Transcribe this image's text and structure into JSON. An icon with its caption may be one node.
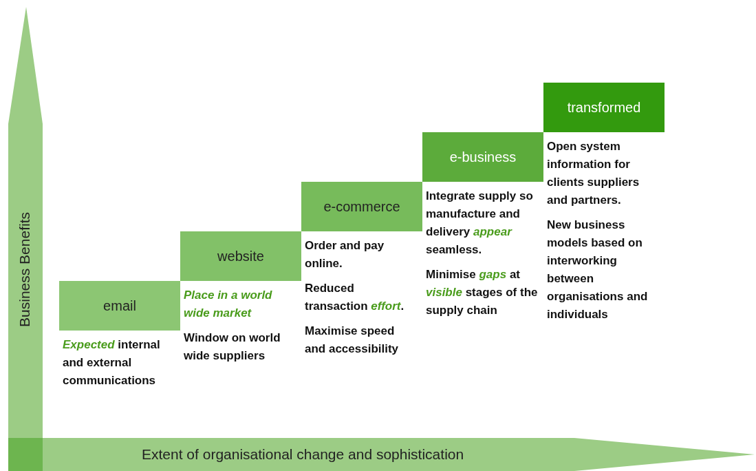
{
  "diagram": {
    "nodes": [
      {
        "text": [
          "Business Benefits"
        ]
      },
      {
        "text": [
          "Extent of organisational change and sophistication"
        ]
      },
      {
        "text": [
          "email"
        ]
      },
      {
        "text": [
          "website"
        ]
      },
      {
        "text": [
          "e-commerce"
        ]
      },
      {
        "text": [
          "e-business"
        ]
      },
      {
        "text": [
          "transformed"
        ]
      }
    ],
    "labels": [
      "*Expected* internal and external communications",
      "*Place in a world wide market*",
      "Window on world wide suppliers",
      "Order and pay online.",
      "Reduced transaction *effort*.",
      "Maximise speed and accessibility",
      "Integrate supply so manufacture and delivery *appear* seamless.",
      "Minimise *gaps* at *visible* stages of the supply chain",
      "Open system information for clients suppliers and partners.",
      "New business models based on interworking between organisations and individuals"
    ]
  }
}
